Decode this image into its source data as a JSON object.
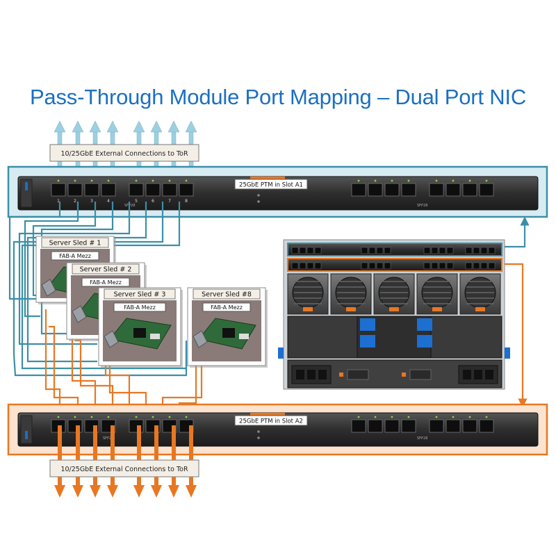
{
  "title": "Pass-Through Module Port Mapping – Dual Port NIC",
  "colors": {
    "teal": "#3b8fa8",
    "orange": "#e87722",
    "title": "#1b6fc2"
  },
  "top_module": {
    "slot_label": "25GbE PTM in Slot A1",
    "tor_label": "10/25GbE External Connections to ToR",
    "port_numbers": [
      "1",
      "2",
      "3",
      "4",
      "5",
      "6",
      "7",
      "8"
    ],
    "sfp_tag": "SFP28"
  },
  "bottom_module": {
    "slot_label": "25GbE PTM in Slot A2",
    "tor_label": "10/25GbE External Connections to ToR",
    "sfp_tag": "SFP28"
  },
  "sleds": [
    {
      "title": "Server Sled # 1",
      "mezz": "FAB-A Mezz"
    },
    {
      "title": "Server Sled # 2",
      "mezz": "FAB-A Mezz"
    },
    {
      "title": "Server Sled # 3",
      "mezz": "FAB-A Mezz"
    },
    {
      "title": "Server Sled #8",
      "mezz": "FAB-A Mezz"
    }
  ]
}
